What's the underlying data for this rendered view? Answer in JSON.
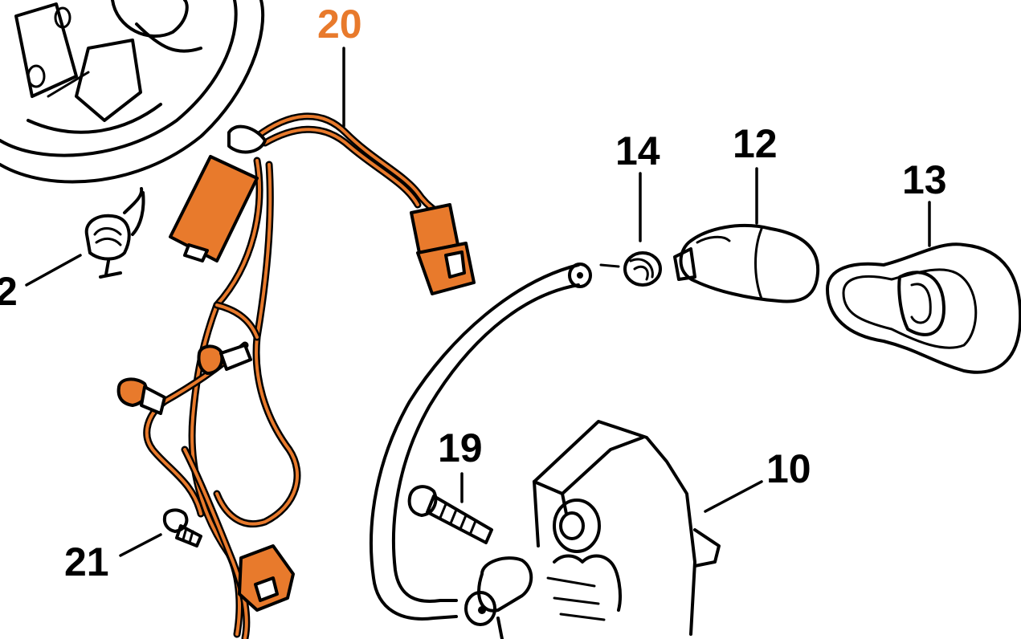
{
  "labels": {
    "p2": "2",
    "p10": "10",
    "p12": "12",
    "p13": "13",
    "p14": "14",
    "p19": "19",
    "p20": "20",
    "p21": "21"
  },
  "colors": {
    "highlight": "#e87a2c",
    "ink": "#000000",
    "background": "#ffffff"
  }
}
